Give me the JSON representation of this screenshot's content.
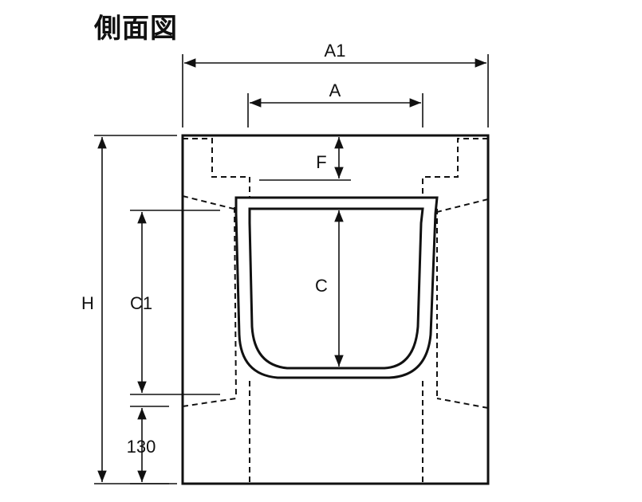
{
  "title": "側面図",
  "dimensions": {
    "a1": "A1",
    "a": "A",
    "f": "F",
    "c": "C",
    "c1": "C1",
    "h": "H",
    "bottom": "130"
  }
}
